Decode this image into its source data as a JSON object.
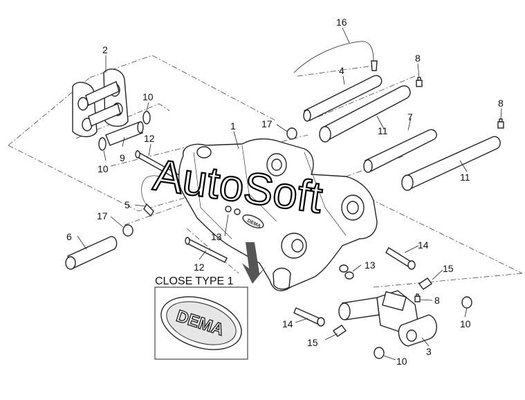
{
  "diagram": {
    "part_labels": {
      "p1": "1",
      "p2": "2",
      "p3": "3",
      "p4": "4",
      "p5": "5",
      "p6": "6",
      "p7": "7",
      "p8a": "8",
      "p8b": "8",
      "p8c": "8",
      "p9": "9",
      "p10a": "10",
      "p10b": "10",
      "p10c": "10",
      "p10d": "10",
      "p11a": "11",
      "p11b": "11",
      "p12a": "12",
      "p12b": "12",
      "p13a": "13",
      "p13b": "13",
      "p14a": "14",
      "p14b": "14",
      "p15a": "15",
      "p15b": "15",
      "p16": "16",
      "p17a": "17",
      "p17b": "17"
    },
    "inset_title": "CLOSE TYPE 1",
    "logo_text": "DEMA",
    "watermark": "AutoSoft"
  },
  "colors": {
    "line": "#222222",
    "background": "#ffffff",
    "watermark_fill": "#ffffff"
  }
}
